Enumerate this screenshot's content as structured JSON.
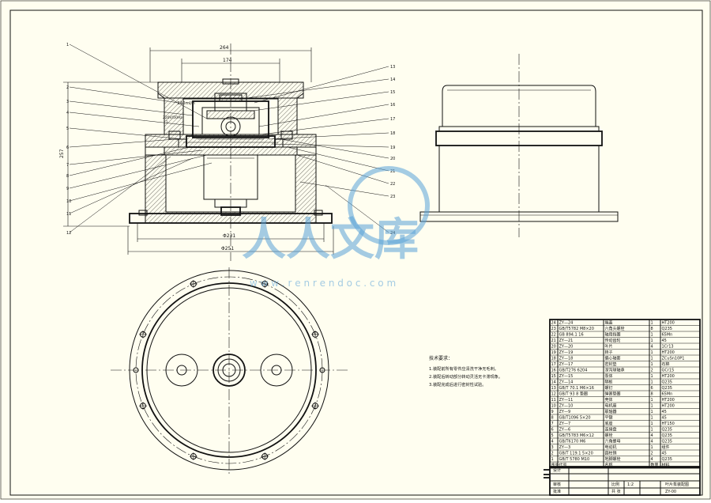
{
  "dimensions": {
    "top_width": "264",
    "inner_width": "174",
    "height": "257",
    "inner_diameter": "Φ231",
    "outer_diameter": "Φ251",
    "flow_note": "340ml/h",
    "spec_note": "220V/50Hz"
  },
  "technical_requirements": {
    "title": "技术要求：",
    "items": [
      "1.装配前所有零件应清洗干净无毛刺。",
      "2.装配后转动部分转动灵活无卡滞现象。",
      "3.装配完成后进行密封性试验。"
    ]
  },
  "parts_list": [
    {
      "no": "24",
      "code": "ZY—24",
      "name": "端盖",
      "qty": "1",
      "material": "HT200"
    },
    {
      "no": "23",
      "code": "GB/T5782 M8×20",
      "name": "六角头螺栓",
      "qty": "8",
      "material": "Q235"
    },
    {
      "no": "22",
      "code": "GB 894.1 16",
      "name": "轴用挡圈",
      "qty": "1",
      "material": "65Mn"
    },
    {
      "no": "21",
      "code": "ZY—21",
      "name": "传动齿轮",
      "qty": "1",
      "material": "45"
    },
    {
      "no": "20",
      "code": "ZY—20",
      "name": "叶片",
      "qty": "4",
      "material": "1Cr13"
    },
    {
      "no": "19",
      "code": "ZY—19",
      "name": "转子",
      "qty": "1",
      "material": "HT200"
    },
    {
      "no": "18",
      "code": "ZY—18",
      "name": "偏心轴套",
      "qty": "1",
      "material": "ZCuSn10P1"
    },
    {
      "no": "17",
      "code": "ZY—17",
      "name": "密封垫",
      "qty": "1",
      "material": "石棉"
    },
    {
      "no": "16",
      "code": "GB/T276 6204",
      "name": "深沟球轴承",
      "qty": "2",
      "material": "GCr15"
    },
    {
      "no": "15",
      "code": "ZY—15",
      "name": "泵体",
      "qty": "1",
      "material": "HT200"
    },
    {
      "no": "14",
      "code": "ZY—14",
      "name": "隔板",
      "qty": "1",
      "material": "Q235"
    },
    {
      "no": "13",
      "code": "GB/T 70.1 M6×16",
      "name": "螺钉",
      "qty": "6",
      "material": "Q235"
    },
    {
      "no": "12",
      "code": "GB/T 93 8 垫圈",
      "name": "弹簧垫圈",
      "qty": "8",
      "material": "65Mn"
    },
    {
      "no": "11",
      "code": "ZY—11",
      "name": "壳体",
      "qty": "1",
      "material": "HT200"
    },
    {
      "no": "10",
      "code": "ZY—10",
      "name": "电机座",
      "qty": "1",
      "material": "HT200"
    },
    {
      "no": "9",
      "code": "ZY—9",
      "name": "联轴器",
      "qty": "1",
      "material": "45"
    },
    {
      "no": "8",
      "code": "GB/T1096 5×20",
      "name": "平键",
      "qty": "1",
      "material": "45"
    },
    {
      "no": "7",
      "code": "ZY—7",
      "name": "底座",
      "qty": "1",
      "material": "HT150"
    },
    {
      "no": "6",
      "code": "ZY—6",
      "name": "连接盘",
      "qty": "1",
      "material": "Q235"
    },
    {
      "no": "5",
      "code": "GB/T5783 M6×12",
      "name": "螺栓",
      "qty": "4",
      "material": "Q235"
    },
    {
      "no": "4",
      "code": "GB/T6170 M6",
      "name": "六角螺母",
      "qty": "4",
      "material": "Q235"
    },
    {
      "no": "3",
      "code": "ZY—3",
      "name": "电动机",
      "qty": "1",
      "material": "组件"
    },
    {
      "no": "2",
      "code": "GB/T 119.1 5×20",
      "name": "圆柱销",
      "qty": "2",
      "material": "45"
    },
    {
      "no": "1",
      "code": "GB/T 5780 M10",
      "name": "地脚螺栓",
      "qty": "4",
      "material": "Q235"
    }
  ],
  "parts_header": {
    "no": "序号",
    "code": "代号",
    "name": "名称",
    "qty": "数量",
    "material": "材料"
  },
  "title_block": {
    "drawing_title": "叶片泵装配图",
    "scale_label": "比例",
    "scale": "1:2",
    "sheet_label": "共 张",
    "designer_label": "设计",
    "checker_label": "审核",
    "approver_label": "批准",
    "school": "",
    "drawing_no": "ZY-00"
  },
  "watermark": {
    "text": "人人文库",
    "url": "w w w . r e n r e n d o c . c o m"
  }
}
